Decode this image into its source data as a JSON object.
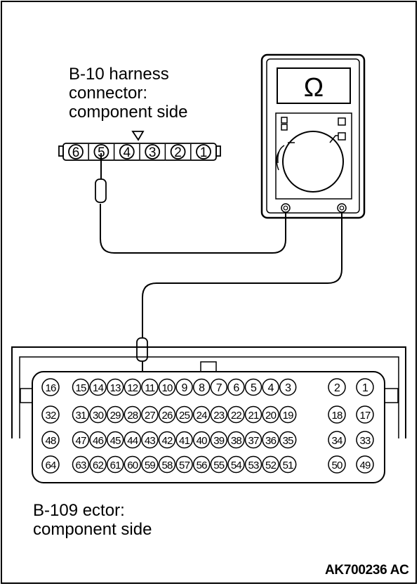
{
  "b10_connector": {
    "label_lines": [
      "B-10 harness",
      "connector:",
      "component side"
    ],
    "pins": [
      "6",
      "5",
      "4",
      "3",
      "2",
      "1"
    ]
  },
  "meter": {
    "display_symbol": "Ω"
  },
  "b109_connector": {
    "label_lines": [
      "B-109 ector:",
      "component side"
    ],
    "rows": [
      [
        "16",
        "15",
        "14",
        "13",
        "12",
        "11",
        "10",
        "9",
        "8",
        "7",
        "6",
        "5",
        "4",
        "3",
        "2",
        "1"
      ],
      [
        "32",
        "31",
        "30",
        "29",
        "28",
        "27",
        "26",
        "25",
        "24",
        "23",
        "22",
        "21",
        "20",
        "19",
        "18",
        "17"
      ],
      [
        "48",
        "47",
        "46",
        "45",
        "44",
        "43",
        "42",
        "41",
        "40",
        "39",
        "38",
        "37",
        "36",
        "35",
        "34",
        "33"
      ],
      [
        "64",
        "63",
        "62",
        "61",
        "60",
        "59",
        "58",
        "57",
        "56",
        "55",
        "54",
        "53",
        "52",
        "51",
        "50",
        "49"
      ]
    ]
  },
  "figure_code": "AK700236 AC"
}
